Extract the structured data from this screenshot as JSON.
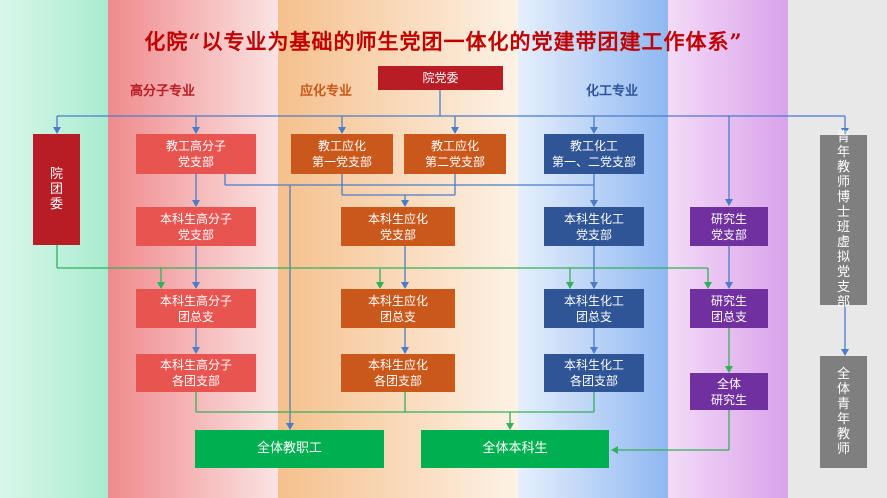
{
  "title": "化院“以专业为基础的师生党团一体化的党建带团建工作体系”",
  "colors": {
    "red": "#e85450",
    "dark_red": "#b81c24",
    "orange": "#c9581a",
    "blue": "#2f5597",
    "purple": "#7030a0",
    "gray": "#7f7f7f",
    "green": "#00b050",
    "line_blue": "#4a7cc9",
    "line_green": "#33b05a"
  },
  "headers": {
    "polymer": "高分子专业",
    "applied": "应化专业",
    "chemeng": "化工专业"
  },
  "nodes": {
    "college_committee": "院党委",
    "youth_league": "院团委",
    "fac_polymer": "教工高分子\n党支部",
    "fac_app1": "教工应化\n第一党支部",
    "fac_app2": "教工应化\n第二党支部",
    "fac_chem": "教工化工\n第一、二党支部",
    "ug_party_polymer": "本科生高分子\n党支部",
    "ug_party_app": "本科生应化\n党支部",
    "ug_party_chem": "本科生化工\n党支部",
    "grad_party": "研究生\n党支部",
    "ug_league_polymer": "本科生高分子\n团总支",
    "ug_league_app": "本科生应化\n团总支",
    "ug_league_chem": "本科生化工\n团总支",
    "grad_league": "研究生\n团总支",
    "ug_branches_polymer": "本科生高分子\n各团支部",
    "ug_branches_app": "本科生应化\n各团支部",
    "ug_branches_chem": "本科生化工\n各团支部",
    "all_grad": "全体\n研究生",
    "all_staff": "全体教职工",
    "all_ug": "全体本科生",
    "young_phd": "青年教师博士班虚拟党支部",
    "all_young": "全体青年教师"
  }
}
